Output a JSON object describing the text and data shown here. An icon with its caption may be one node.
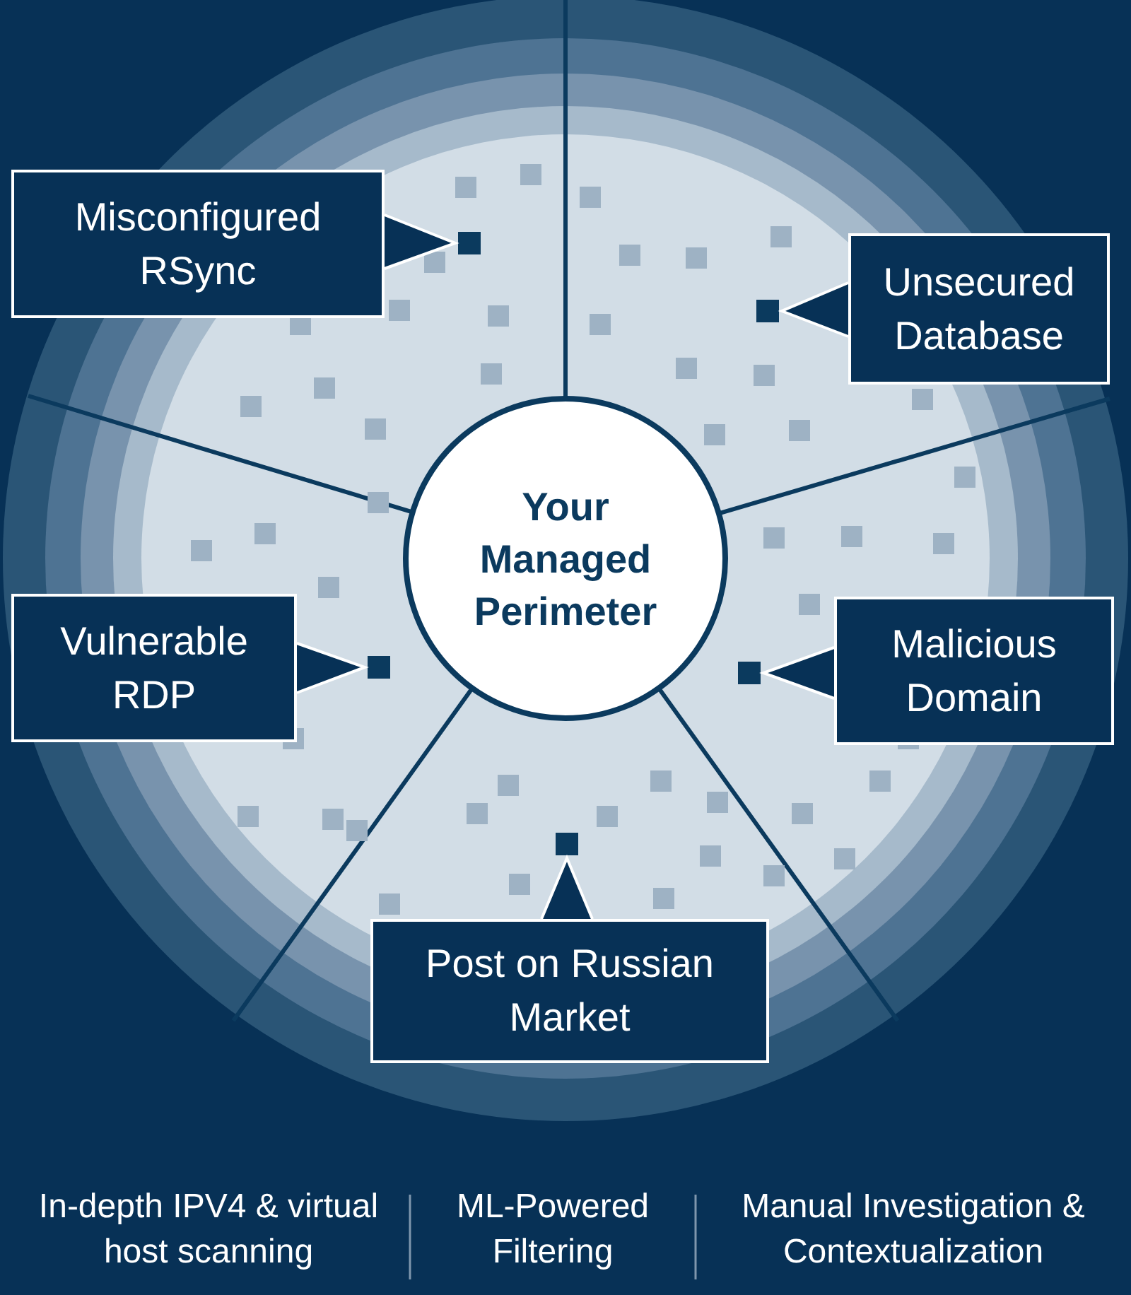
{
  "diagram": {
    "nodes": [
      {
        "text": [
          "Your Managed Perimeter"
        ]
      },
      {
        "text": [
          "Misconfigured RSync"
        ]
      },
      {
        "text": [],
        "shape": "box"
      },
      {
        "text": [
          "Unsecured Database"
        ]
      },
      {
        "text": [],
        "shape": "box"
      },
      {
        "text": [
          "Vulnerable RDP"
        ]
      },
      {
        "text": [],
        "shape": "box"
      },
      {
        "text": [
          "Malicious Domain"
        ]
      },
      {
        "text": [],
        "shape": "box"
      },
      {
        "text": [
          "Post on Russian Market"
        ]
      },
      {
        "text": [],
        "shape": "box"
      }
    ],
    "edges": [
      {
        "from": 1,
        "to": 2,
        "arrow": "to"
      },
      {
        "from": 3,
        "to": 4,
        "arrow": "to"
      },
      {
        "from": 5,
        "to": 6,
        "arrow": "to"
      },
      {
        "from": 7,
        "to": 8,
        "arrow": "to"
      },
      {
        "from": 9,
        "to": 10,
        "arrow": "to"
      }
    ],
    "labels": [
      "In-depth IPV4 & virtual host scanning",
      "ML-Powered Filtering",
      "Manual Investigation & Contextualization"
    ]
  }
}
